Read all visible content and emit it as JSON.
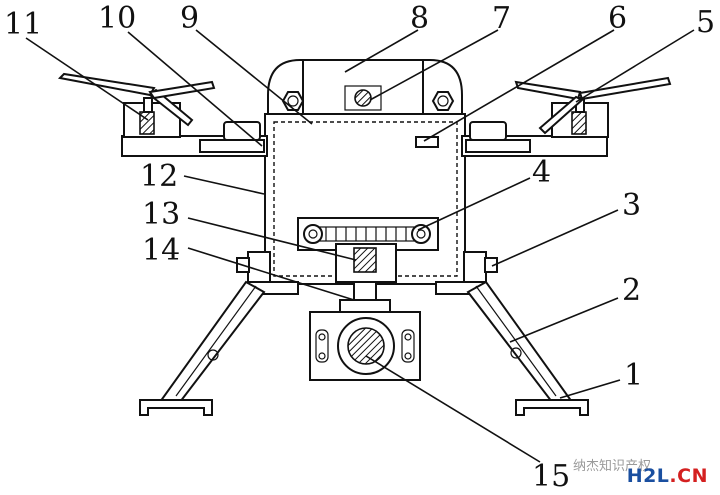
{
  "labels": [
    "1",
    "2",
    "3",
    "4",
    "5",
    "6",
    "7",
    "8",
    "9",
    "10",
    "11",
    "12",
    "13",
    "14",
    "15"
  ],
  "watermark": {
    "text": "纳杰知识产权",
    "brand_a": "H2L",
    "brand_b": ".CN",
    "brand_a_color": "#1a4fa0",
    "brand_b_color": "#d42020"
  }
}
